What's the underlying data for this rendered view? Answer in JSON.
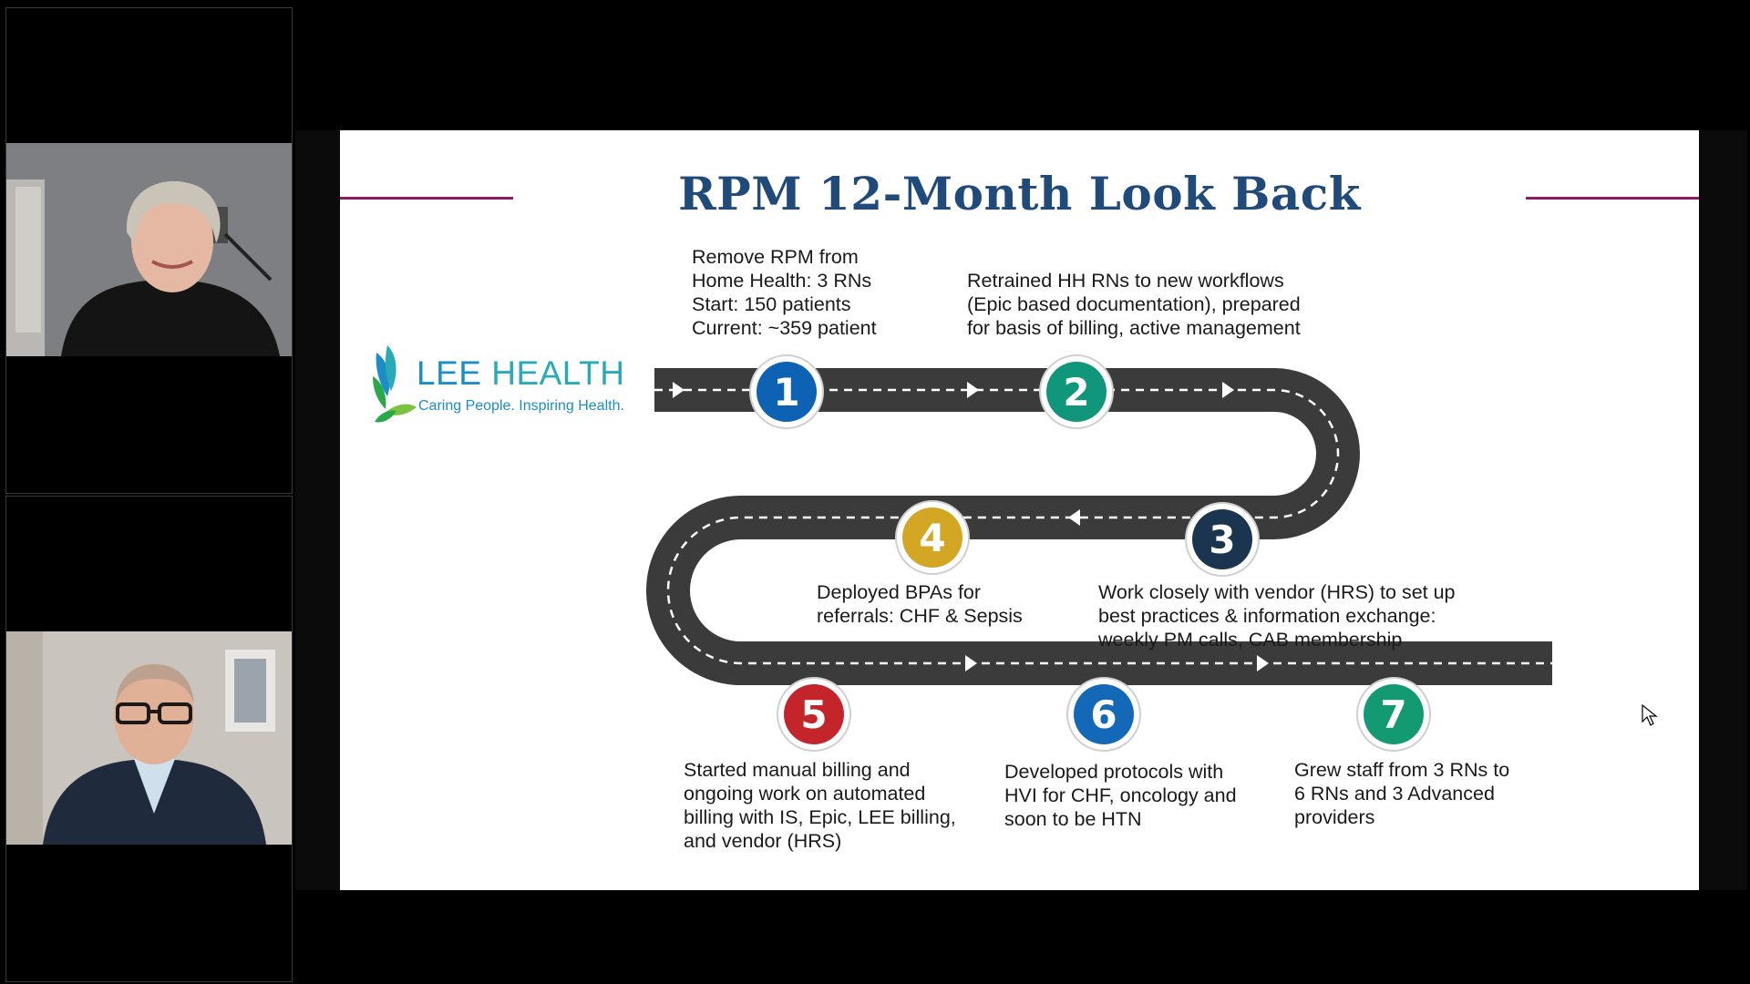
{
  "slide": {
    "title": "RPM 12-Month Look Back",
    "logo": {
      "name_part1": "LEE",
      "name_part2": "HEALTH",
      "tagline": "Caring People. Inspiring Health."
    },
    "steps": [
      {
        "number": "1",
        "color": "#0e62b3",
        "lines": [
          "Remove RPM from",
          "Home Health: 3 RNs",
          "Start: 150 patients",
          "Current: ~359 patient"
        ]
      },
      {
        "number": "2",
        "color": "#10967a",
        "lines": [
          "Retrained HH RNs to new workflows",
          "(Epic based documentation), prepared",
          "for basis of billing, active management"
        ]
      },
      {
        "number": "3",
        "color": "#1b3550",
        "lines": [
          "Work closely with vendor (HRS) to set up",
          "best practices & information exchange:",
          "weekly PM calls, CAB membership"
        ]
      },
      {
        "number": "4",
        "color": "#d3a624",
        "lines": [
          "Deployed BPAs for",
          "referrals: CHF & Sepsis"
        ]
      },
      {
        "number": "5",
        "color": "#c4252b",
        "lines": [
          "Started manual billing and",
          "ongoing work on automated",
          "billing with IS, Epic, LEE billing,",
          "and vendor (HRS)"
        ]
      },
      {
        "number": "6",
        "color": "#1468b8",
        "lines": [
          "Developed protocols with",
          "HVI for CHF, oncology and",
          "soon to be HTN"
        ]
      },
      {
        "number": "7",
        "color": "#139a72",
        "lines": [
          "Grew staff from 3 RNs to",
          "6 RNs and 3 Advanced",
          "providers"
        ]
      }
    ]
  }
}
